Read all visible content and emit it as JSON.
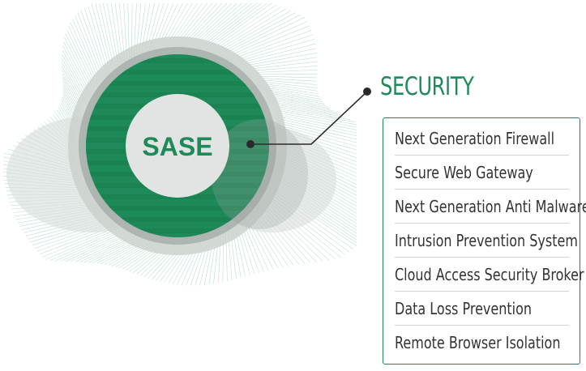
{
  "diagram": {
    "center_label": "SASE",
    "section_title": "SECURITY",
    "items": [
      "Next Generation Firewall",
      "Secure Web Gateway",
      "Next Generation Anti Malware",
      "Intrusion Prevention System",
      "Cloud Access Security Broker",
      "Data Loss Prevention",
      "Remote Browser Isolation"
    ]
  },
  "colors": {
    "brand_green": "#1e8a5a",
    "dark_green": "#127346",
    "stripe_green": "#1a7f50",
    "inner_gray": "#e2e4e3",
    "outer_gray": "#bcc3bf",
    "ring_gray": "#9ba39f",
    "line_dark": "#2a2a2a",
    "text_dark": "#333333"
  }
}
